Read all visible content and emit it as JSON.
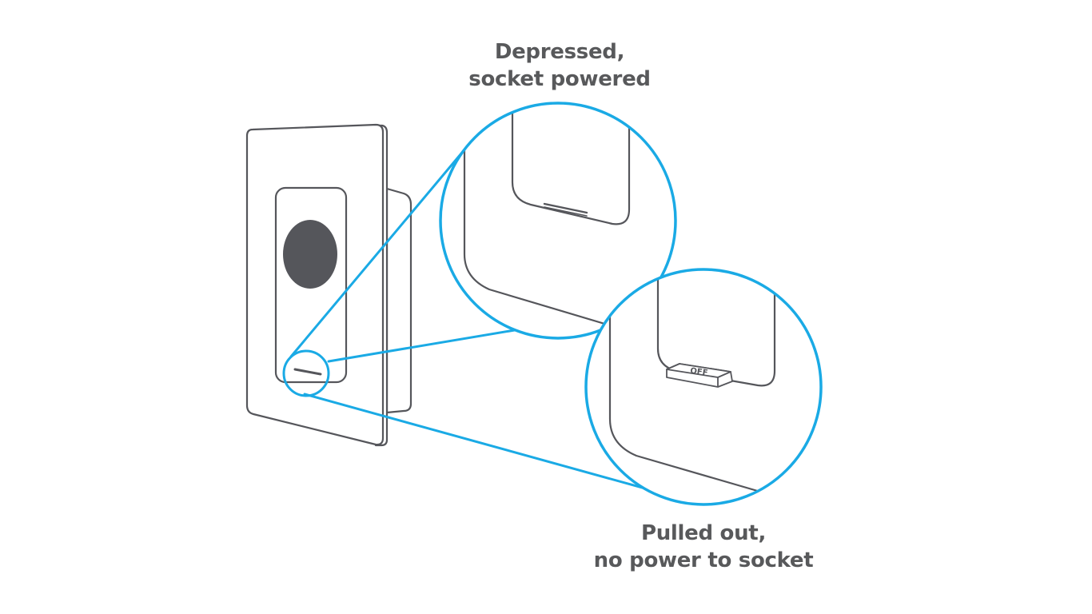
{
  "labels": {
    "depressed": {
      "line1": "Depressed,",
      "line2": "socket powered"
    },
    "pulled_out": {
      "line1": "Pulled out,",
      "line2": "no power to socket"
    }
  },
  "tab_text": "OFF",
  "colors": {
    "background": "#ffffff",
    "outline": "#55565b",
    "text": "#58595b",
    "callout": "#1aaae5",
    "button": "#55565b"
  }
}
